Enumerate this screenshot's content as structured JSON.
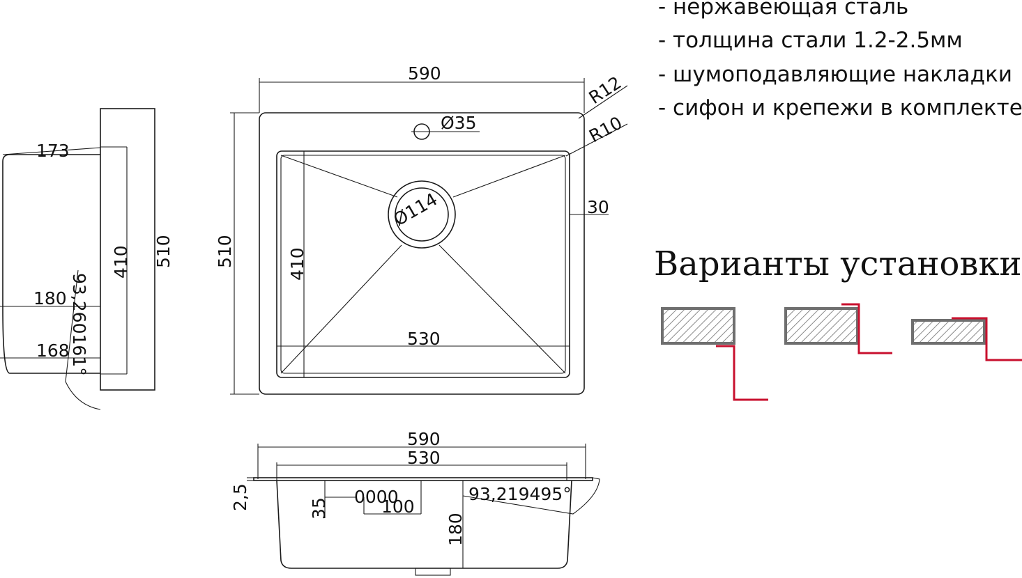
{
  "specs": [
    "- нержавеющая сталь",
    "- толщина стали 1.2-2.5мм",
    "- шумоподавляющие накладки",
    "- сифон и крепежи в комплекте"
  ],
  "install_heading": "Варианты установки",
  "install_variants": [
    "variant-1",
    "variant-2",
    "variant-3"
  ],
  "top_view": {
    "overall_width": "590",
    "overall_depth": "510",
    "bowl_width": "530",
    "bowl_depth": "410",
    "outer_radius": "R12",
    "inner_radius": "R10",
    "faucet_hole": "Ø35",
    "drain": "Ø114",
    "rim_width": "30"
  },
  "side_view": {
    "top_dim": "173",
    "inner_depth": "410",
    "overall_depth": "510",
    "dim_180": "180",
    "dim_168": "168",
    "angle": "93,260161°"
  },
  "front_view": {
    "overall_width": "590",
    "bowl_width": "530",
    "rim_thickness": "2,5",
    "overflow_height": "35",
    "overflow_width": "100",
    "depth": "180",
    "angle": "93,219495°"
  },
  "colors": {
    "line": "#1a1a1a",
    "accent_red": "#c8102e",
    "hatch_gray": "#6f6f6f"
  }
}
